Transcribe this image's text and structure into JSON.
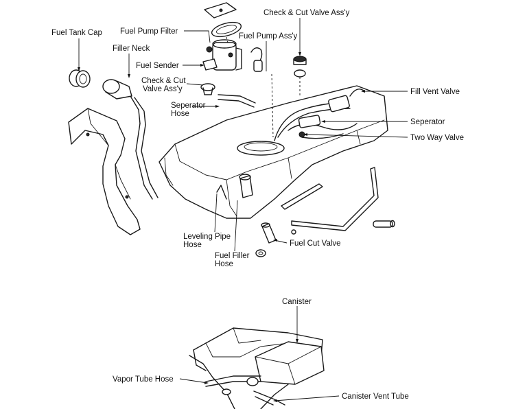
{
  "labels": {
    "fuel_tank_cap": "Fuel Tank Cap",
    "fuel_pump_filter": "Fuel Pump Filter",
    "check_cut_valve_top": "Check & Cut Valve Ass'y",
    "filler_neck": "Filler Neck",
    "fuel_pump_assy": "Fuel Pump Ass'y",
    "fuel_sender": "Fuel Sender",
    "check_cut_valve_side_1": "Check & Cut",
    "check_cut_valve_side_2": "Valve Ass'y",
    "fill_vent_valve": "Fill Vent Valve",
    "seperator_hose_1": "Seperator",
    "seperator_hose_2": "Hose",
    "seperator": "Seperator",
    "two_way_valve": "Two Way Valve",
    "leveling_pipe_hose_1": "Leveling Pipe",
    "leveling_pipe_hose_2": "Hose",
    "fuel_cut_valve": "Fuel Cut Valve",
    "fuel_filler_hose_1": "Fuel Filler",
    "fuel_filler_hose_2": "Hose",
    "canister": "Canister",
    "vapor_tube_hose": "Vapor Tube Hose",
    "canister_vent_tube": "Canister Vent Tube"
  },
  "colors": {
    "ink": "#111111",
    "background": "#ffffff"
  }
}
